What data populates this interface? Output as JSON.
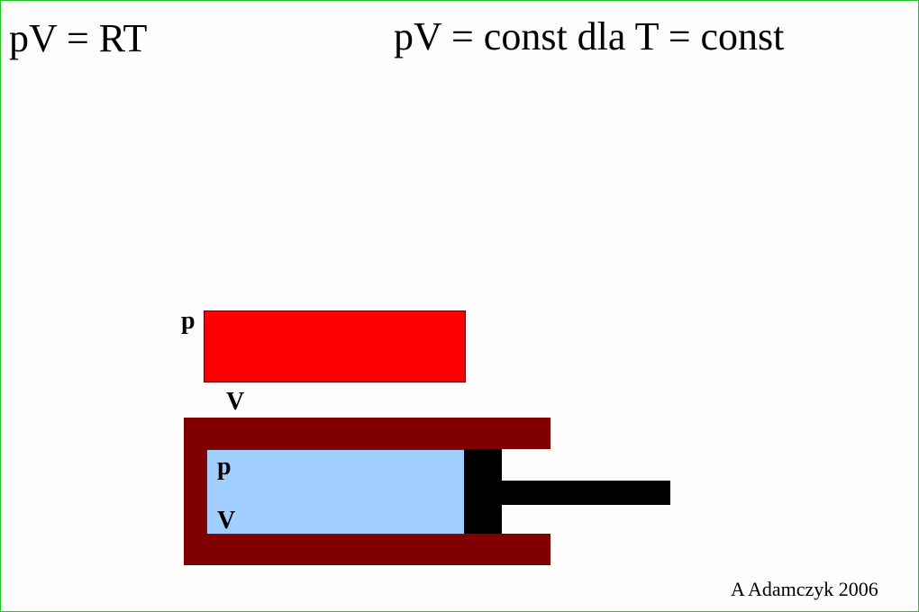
{
  "formulas": {
    "ideal_gas": "pV = RT",
    "isothermal": "pV = const dla T = const"
  },
  "indicator": {
    "label_p": "p",
    "label_v": "V",
    "color": "#ff0000"
  },
  "cylinder": {
    "label_p": "p",
    "label_v": "V",
    "wall_color": "#800000",
    "gas_color": "#a0ceff",
    "piston_color": "#000000"
  },
  "credit": "A Adamczyk 2006"
}
